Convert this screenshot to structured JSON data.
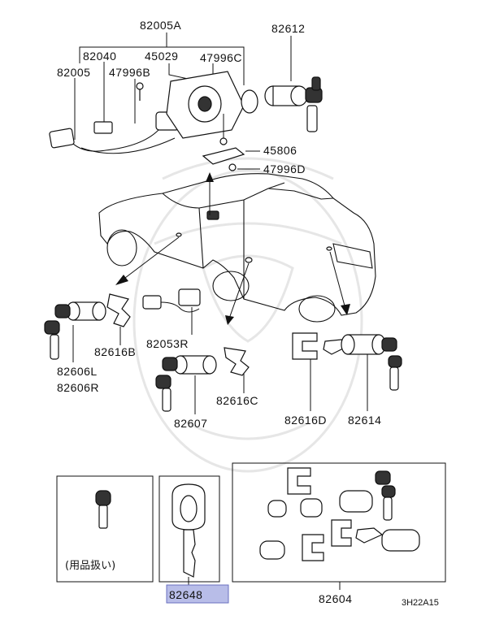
{
  "parts": {
    "p82005A": "82005A",
    "p82612": "82612",
    "p82040": "82040",
    "p45029": "45029",
    "p47996C": "47996C",
    "p82005": "82005",
    "p47996B": "47996B",
    "p45806": "45806",
    "p47996D": "47996D",
    "p82606L": "82606L",
    "p82606R": "82606R",
    "p82616B": "82616B",
    "p82053R": "82053R",
    "p82607": "82607",
    "p82616C": "82616C",
    "p82616D": "82616D",
    "p82614": "82614",
    "p82648": "82648",
    "p82604": "82604"
  },
  "note_jp": "(用品扱い)",
  "diagram_code": "3H22A15",
  "highlight_color": "#b8bde8"
}
